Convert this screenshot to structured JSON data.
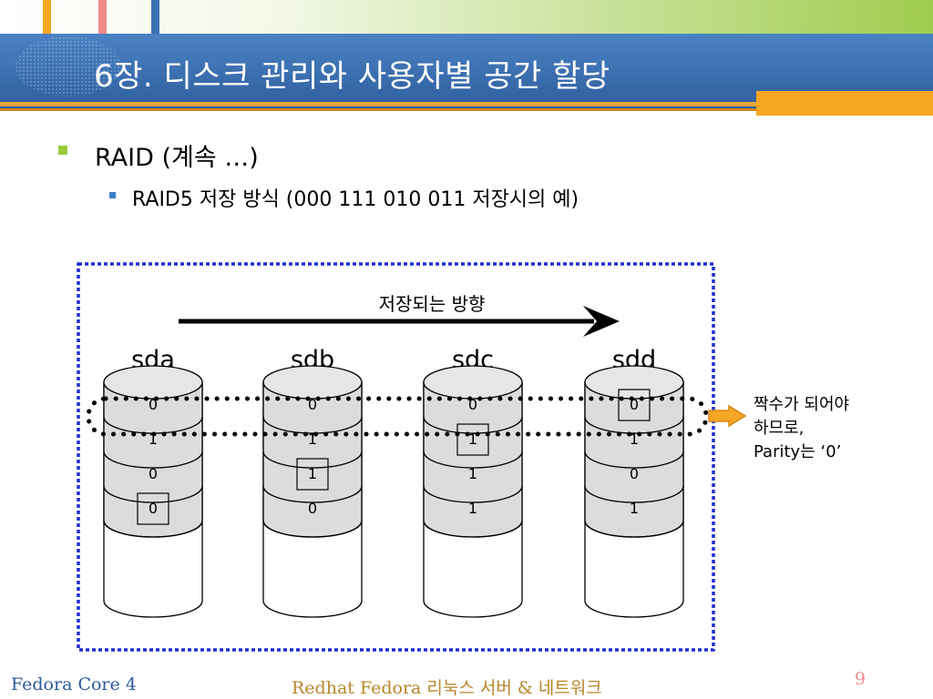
{
  "slide": {
    "title": "6장. 디스크 관리와 사용자별 공간 할당",
    "bullet_1": "RAID (계속 …)",
    "bullet_2": "RAID5 저장 방식 (000 111 010 011  저장시의 예)"
  },
  "diagram": {
    "direction_label": "저장되는 방향",
    "disks": [
      {
        "name": "sda",
        "bits": [
          "0",
          "1",
          "0",
          "0"
        ],
        "boxed_row": 3
      },
      {
        "name": "sdb",
        "bits": [
          "0",
          "1",
          "1",
          "0"
        ],
        "boxed_row": 2
      },
      {
        "name": "sdc",
        "bits": [
          "0",
          "1",
          "1",
          "1"
        ],
        "boxed_row": 1
      },
      {
        "name": "sdd",
        "bits": [
          "0",
          "1",
          "0",
          "1"
        ],
        "boxed_row": 0
      }
    ],
    "note_lines": [
      "짝수가 되어야",
      "하므로,",
      "Parity는 ‘0’"
    ]
  },
  "footer": {
    "left": "Fedora Core 4",
    "center": "Redhat Fedora 리눅스 서버 & 네트워크",
    "page_number": "9"
  },
  "colors": {
    "title_bar": "#3D73B4",
    "accent_orange": "#F5A623",
    "bullet_green": "#9BCB3C",
    "bullet_blue": "#3D80C8",
    "outline_blue": "#1F2FD0",
    "disk_fill": "#DCDCDC"
  }
}
